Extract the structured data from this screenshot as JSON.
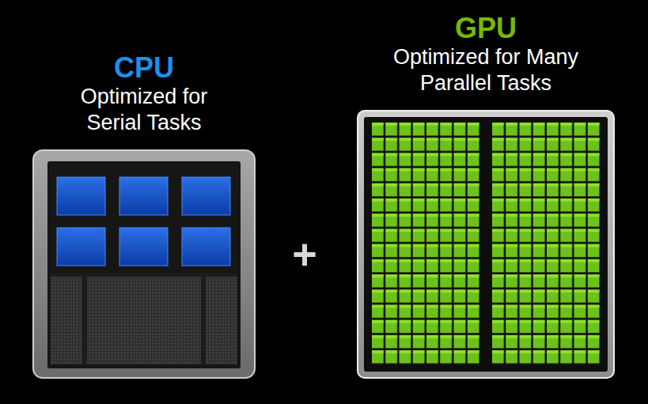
{
  "diagram": {
    "nodes": [
      {
        "text": [
          "CPU",
          "Optimized for Serial Tasks"
        ]
      },
      {
        "text": [
          "GPU",
          "Optimized for Many Parallel Tasks"
        ]
      }
    ],
    "labels": [
      "+"
    ]
  }
}
